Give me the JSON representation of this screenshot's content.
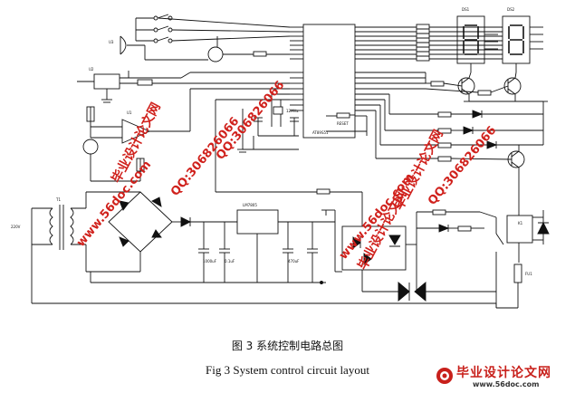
{
  "figure": {
    "caption_cn": "图 3    系统控制电路总图",
    "caption_en": "Fig 3 System control circuit layout"
  },
  "watermarks": [
    {
      "text": "毕业设计论文网",
      "color": "red"
    },
    {
      "text": "QQ:306826066",
      "color": "red"
    },
    {
      "text": "www.56doc.com",
      "color": "red"
    },
    {
      "text": "毕业设计论文网",
      "color": "red"
    },
    {
      "text": "QQ:306826066",
      "color": "red"
    },
    {
      "text": "www.56doc.com",
      "color": "red"
    },
    {
      "text": "毕业设计论文网",
      "color": "red"
    },
    {
      "text": "QQ:306826066",
      "color": "red"
    }
  ],
  "brand": {
    "title": "毕业设计论文网",
    "url": "www.56doc.com"
  },
  "labels": {
    "mcu": "AT89S51",
    "regulator": "LM7805",
    "transformer": "T1",
    "mains": "220V",
    "relay": "K1",
    "fuse": "FU1",
    "crystal": "12MHz",
    "reset": "RESET",
    "u3": "U3",
    "u2": "U2",
    "u1": "U1",
    "display1": "DS1",
    "display2": "DS2",
    "c_out": "470uF",
    "c_in": "1000uF",
    "c_small": "0.1uF"
  }
}
